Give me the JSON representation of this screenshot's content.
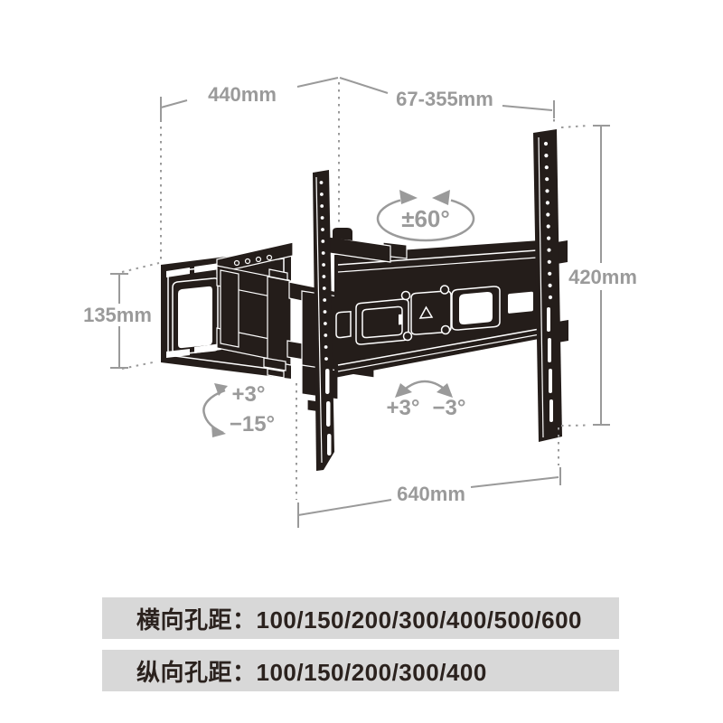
{
  "diagram": {
    "dims": {
      "wall_plate_width": "440mm",
      "extension_range": "67-355mm",
      "bracket_height": "420mm",
      "wall_plate_height": "135mm",
      "bracket_width": "640mm"
    },
    "angles": {
      "swivel": "±60°",
      "tilt_up": "+3°",
      "tilt_down": "−15°",
      "level_left": "+3°",
      "level_right": "−3°"
    },
    "colors": {
      "annotation_gray": "#9a9a9a",
      "bracket_black": "#241d1a",
      "spec_bar_bg": "#d8d8d8",
      "spec_text": "#2b221e"
    }
  },
  "specs": {
    "rows": [
      {
        "text": "横向孔距：100/150/200/300/400/500/600"
      },
      {
        "text": "纵向孔距：100/150/200/300/400"
      }
    ]
  }
}
